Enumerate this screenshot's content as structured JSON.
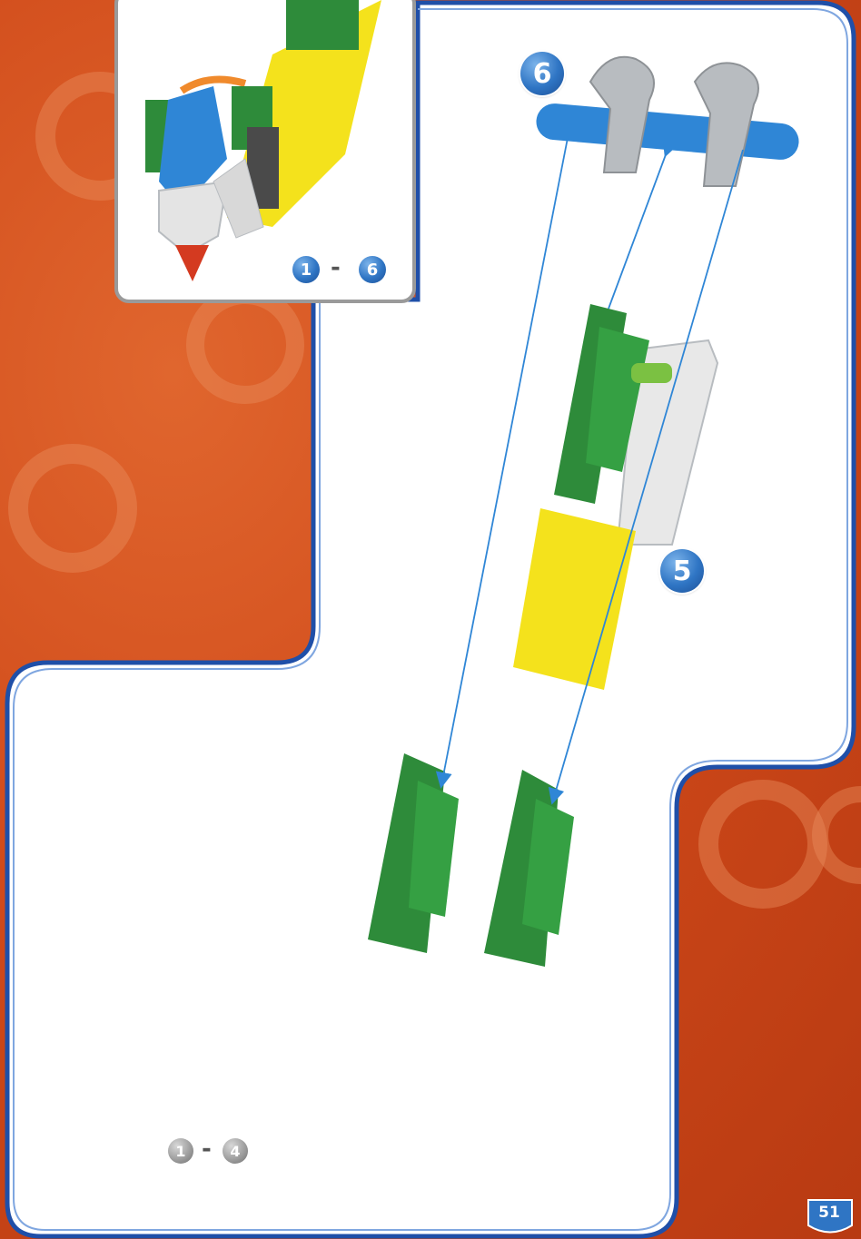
{
  "steps": {
    "step_a": "6",
    "step_b": "5"
  },
  "previous_range": {
    "from": "1",
    "dash": "-",
    "to": "6"
  },
  "current_range": {
    "from": "1",
    "dash": "-",
    "to": "4"
  },
  "page_number": "51",
  "colors": {
    "background": "#d24a1c",
    "frame": "#1f4fa8",
    "step_badge": "#2f75c4",
    "green_part": "#2e8b3a",
    "yellow_part": "#f4e21c",
    "blue_rod": "#2f86d6",
    "gray_connector": "#b8bcc0"
  }
}
